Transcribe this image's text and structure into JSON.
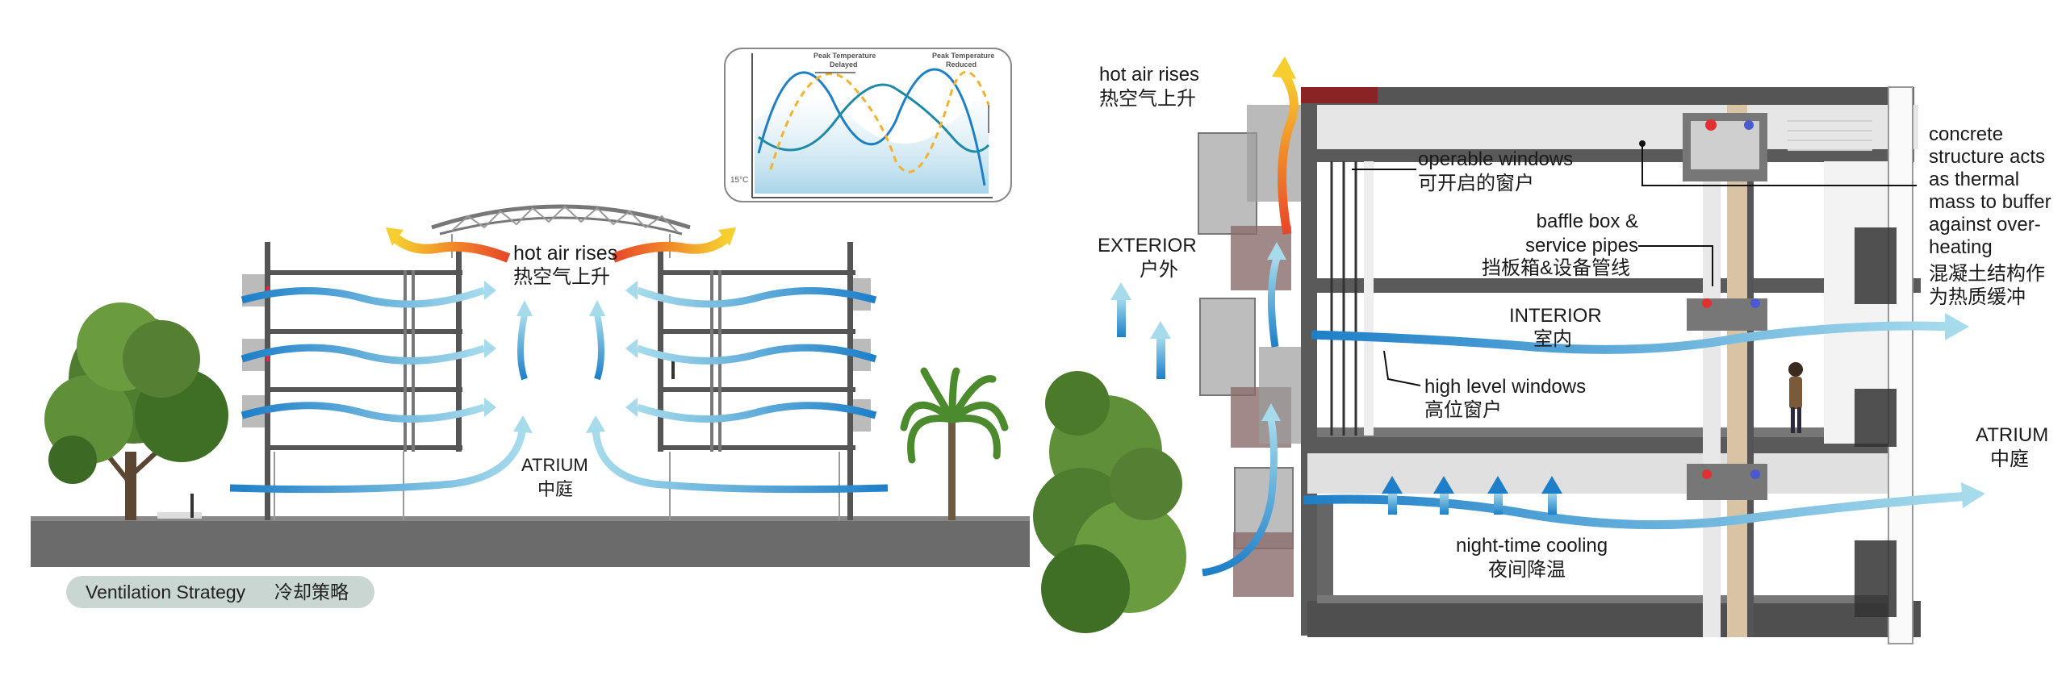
{
  "left_panel": {
    "labels": {
      "hot_air_en": "hot air rises",
      "hot_air_zh": "热空气上升",
      "atrium_en": "ATRIUM",
      "atrium_zh": "中庭"
    },
    "caption": {
      "en": "Ventilation Strategy",
      "zh": "冷却策略"
    },
    "inset_chart": {
      "label_delayed": [
        "Peak Temperature",
        "Delayed"
      ],
      "label_reduced": [
        "Peak Temperature",
        "Reduced"
      ],
      "y_tick": "15°C"
    }
  },
  "right_panel": {
    "labels": {
      "hot_air_en": "hot air rises",
      "hot_air_zh": "热空气上升",
      "operable_en": "operable windows",
      "operable_zh": "可开启的窗户",
      "baffle_en_1": "baffle box &",
      "baffle_en_2": "service pipes",
      "baffle_zh": "挡板箱&设备管线",
      "exterior_en": "EXTERIOR",
      "exterior_zh": "户外",
      "interior_en": "INTERIOR",
      "interior_zh": "室内",
      "high_windows_en": "high level windows",
      "high_windows_zh": "高位窗户",
      "night_en": "night-time cooling",
      "night_zh": "夜间降温",
      "concrete_en": [
        "concrete",
        "structure acts",
        "as thermal",
        "mass to buffer",
        "against over-",
        "heating"
      ],
      "concrete_zh": [
        "混凝土结构作",
        "为热质缓冲"
      ],
      "atrium_en": "ATRIUM",
      "atrium_zh": "中庭"
    }
  },
  "colors": {
    "air_blue": "#1e7fc8",
    "air_light": "#9fd6ea",
    "hot_orange": "#f08a2a",
    "hot_yellow": "#f6cf2f",
    "hot_red": "#e8462a",
    "ground": "#6b6b6b",
    "slab": "#555555",
    "caption_bg": "#c9d6d2"
  }
}
